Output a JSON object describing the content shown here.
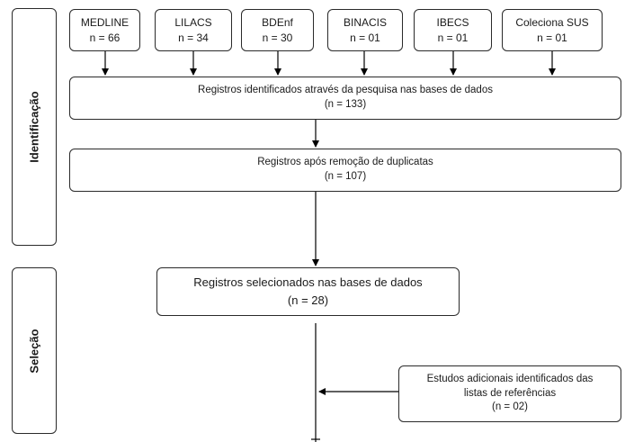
{
  "phases": {
    "identification": "Identificação",
    "selection": "Seleção"
  },
  "sources": [
    {
      "name": "MEDLINE",
      "count": "n = 66"
    },
    {
      "name": "LILACS",
      "count": "n = 34"
    },
    {
      "name": "BDEnf",
      "count": "n = 30"
    },
    {
      "name": "BINACIS",
      "count": "n = 01"
    },
    {
      "name": "IBECS",
      "count": "n = 01"
    },
    {
      "name": "Coleciona SUS",
      "count": "n = 01"
    }
  ],
  "identified": {
    "label": "Registros identificados através da pesquisa nas bases de dados",
    "count": "(n = 133)"
  },
  "deduplicated": {
    "label": "Registros após remoção de duplicatas",
    "count": "(n = 107)"
  },
  "selected": {
    "label": "Registros selecionados nas bases de dados",
    "count": "(n = 28)"
  },
  "additional": {
    "line1": "Estudos adicionais identificados das",
    "line2": "listas de referências",
    "count": "(n = 02)"
  }
}
